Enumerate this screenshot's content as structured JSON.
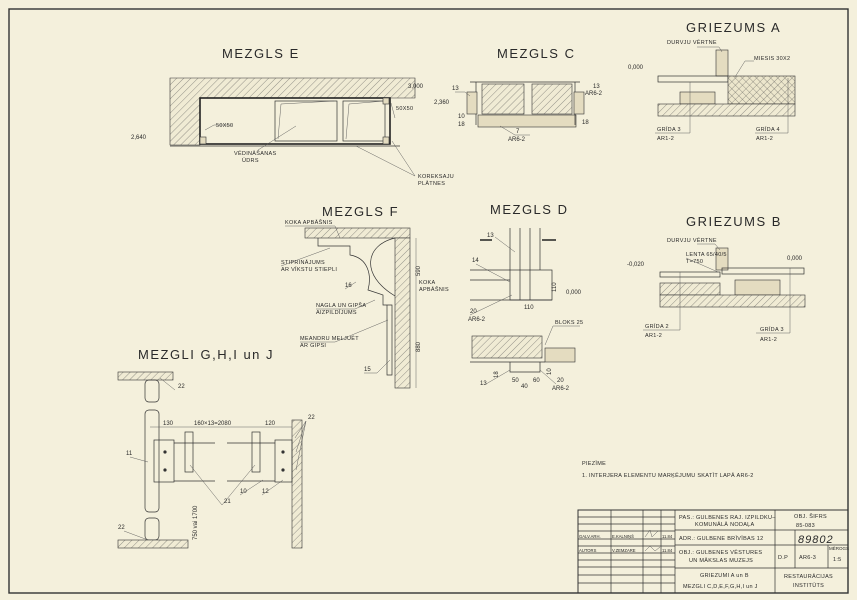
{
  "mezgls_e": {
    "title": "MEZGLS E",
    "level_top": "3,000",
    "level_left": "2,640",
    "size_left": "50X50",
    "size_right": "50X50",
    "vent_label_1": "VĒDINĀŠANAS",
    "vent_label_2": "ŪDRS",
    "panel_label_1": "KOREKSAJU",
    "panel_label_2": "PLĀTNES"
  },
  "mezgls_c": {
    "title": "MEZGLS C",
    "ref_left": "13",
    "level": "2,360",
    "ref_right": "13",
    "ref_right_sheet": "AR6-2",
    "ref_bottom": "7",
    "ref_bottom_sheet": "AR6-2",
    "dim_1": "10",
    "dim_2": "18",
    "dim_3": "18"
  },
  "griezums_a": {
    "title": "GRIEZUMS  A",
    "door_label": "DURVJU VĒRTNE",
    "strip_label": "MIESIS 30X2",
    "level": "0,000",
    "floor_left": "GRĪDA  3",
    "floor_left_sheet": "AR1-2",
    "floor_right": "GRĪDA  4",
    "floor_right_sheet": "AR1-2"
  },
  "mezgls_f": {
    "title": "MEZGLS  F",
    "wood_label_top": "KOKA APBĀŠNIS",
    "fix_label_1": "STIPRINĀJUMS",
    "fix_label_2": "AR VĪKSTU STIEPLI",
    "ref_16": "16",
    "nail_label_1": "NAGLA UN GIPŠA",
    "nail_label_2": "AIZPILDĪJUMS",
    "wood_label_right_1": "KOKA",
    "wood_label_right_2": "APBĀŠNIS",
    "meander_label_1": "MEANDRU MELJUĒT",
    "meander_label_2": "AR GIPSI",
    "ref_15": "15",
    "dim_upper": "590",
    "dim_lower": "880"
  },
  "mezgls_d": {
    "title": "MEZGLS  D",
    "ref_13": "13",
    "ref_14": "14",
    "dim_h": "110",
    "dim_w": "110",
    "level": "0,000",
    "ref_20": "20",
    "ref_20_sheet": "AR6-2",
    "bloks_label": "BLOKS  25",
    "ref_18": "18",
    "ref_13b": "13",
    "dim_50": "50",
    "dim_40": "40",
    "dim_60": "60",
    "ref_20b": "20",
    "ref_20b_sheet": "AR6-2",
    "dim_10": "10"
  },
  "griezums_b": {
    "title": "GRIEZUMS  B",
    "door_label": "DURVJU VĒRTNE",
    "tape_label_1": "LENTA 65/40/5",
    "tape_label_2": "T=750",
    "level_left": "-0,020",
    "level_right": "0,000",
    "floor_left": "GRĪDA  2",
    "floor_left_sheet": "AR1-2",
    "floor_right": "GRĪDA  3",
    "floor_right_sheet": "AR1-2"
  },
  "mezgli_ghij": {
    "title": "MEZGLI  G,H,I un J",
    "ref_22_top": "22",
    "ref_22_right": "22",
    "ref_22_bottom": "22",
    "ref_11": "11",
    "ref_21": "21",
    "ref_10": "10",
    "ref_12": "12",
    "dim_left": "130",
    "dim_mid": "160×13=2080",
    "dim_right": "120",
    "dim_vertical": "750 vai 1700"
  },
  "note": {
    "heading": "PIEZĪME",
    "line_1": "1. INTERJERA ELEMENTU MARĶĒJUMU SKATĪT LAPĀ AR6-2"
  },
  "title_block": {
    "client_1": "PAS.: GULBENES RAJ. IZPILDKU–",
    "client_2": "KOMUNĀLĀ NODAĻA",
    "obj_code_label": "OBJ. ŠIFRS",
    "obj_code": "85-083",
    "address": "ADR.: GULBENE BRĪVĪBAS 12",
    "inv_number": "89802",
    "object_1": "OBJ.: GULBENES VĒSTURES",
    "object_2": "UN MĀKSLAS MUZEJS",
    "stage": "D.P",
    "sheet": "AR6-3",
    "scale_label": "MĒROGS",
    "scale": "1:5",
    "drawing_1": "GRIEZUMI A un B",
    "drawing_2": "MEZGLI C,D,E,F,G,H,I un J",
    "org_1": "RESTAURĀCIJAS",
    "org_2": "INSTITŪTS",
    "row1_role": "GALV.ARH.",
    "row1_name": "E.KALNIŅŠ",
    "row1_date": "11.84",
    "row2_role": "AUTORS",
    "row2_name": "V.ZEMZARE",
    "row2_date": "11.84"
  }
}
